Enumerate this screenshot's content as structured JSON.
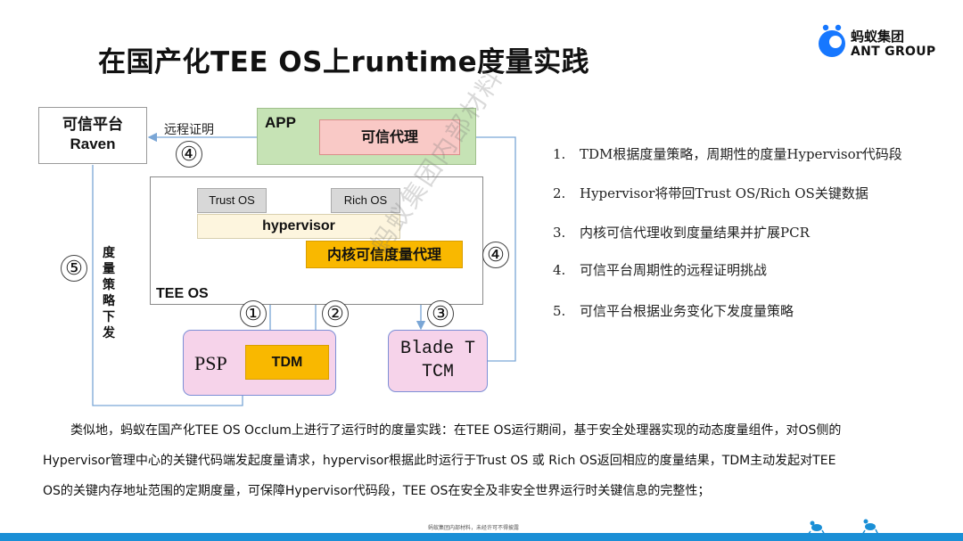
{
  "title": "在国产化TEE OS上runtime度量实践",
  "logo": {
    "cn": "蚂蚁集团",
    "en": "ANT GROUP",
    "brand_color": "#1677ff"
  },
  "diagram": {
    "raven": {
      "line1": "可信平台",
      "line2": "Raven"
    },
    "remote_attest_label": "远程证明",
    "app": {
      "label": "APP",
      "trusted_agent": "可信代理"
    },
    "tee": {
      "label": "TEE OS",
      "trust_os": "Trust OS",
      "rich_os": "Rich OS",
      "hypervisor": "hypervisor",
      "kernel_agent": "内核可信度量代理"
    },
    "policy_label": "度量策略下发",
    "psp": {
      "label": "PSP",
      "tdm": "TDM"
    },
    "blade": {
      "line1": "Blade T",
      "line2": "TCM"
    },
    "circles": {
      "c1": "①",
      "c2": "②",
      "c3": "③",
      "c4_left": "④",
      "c4_right": "④",
      "c5": "⑤"
    },
    "colors": {
      "app_green": "#c6e3b5",
      "agent_pink": "#f9c9c6",
      "orange": "#f9b800",
      "psp_pink": "#f6d3ea",
      "hypervisor_cream": "#fdf5de",
      "arrow_blue": "#7aa6d6",
      "arrow_red": "#e53935"
    }
  },
  "steps": [
    {
      "num": "1.",
      "text": "TDM根据度量策略，周期性的度量Hypervisor代码段"
    },
    {
      "num": "2.",
      "text": "Hypervisor将带回Trust OS/Rich OS关键数据"
    },
    {
      "num": "3.",
      "text": "内核可信代理收到度量结果并扩展PCR"
    },
    {
      "num": "4.",
      "text": "可信平台周期性的远程证明挑战"
    },
    {
      "num": "5.",
      "text": "可信平台根据业务变化下发度量策略"
    }
  ],
  "watermark": "蚂蚁集团内部材料",
  "paragraph": {
    "line1": "类似地，蚂蚁在国产化TEE OS Occlum上进行了运行时的度量实践：在TEE OS运行期间，基于安全处理器实现的动态度量组件，对OS侧的",
    "line2": "Hypervisor管理中心的关键代码端发起度量请求，hypervisor根据此时运行于Trust OS 或 Rich OS返回相应的度量结果，TDM主动发起对TEE",
    "line3": "OS的关键内存地址范围的定期度量，可保障Hypervisor代码段，TEE OS在安全及非安全世界运行时关键信息的完整性；"
  },
  "footer_note": "蚂蚁集团内部材料，未经许可不得披露",
  "bottom_bar_color": "#1a8fd6"
}
